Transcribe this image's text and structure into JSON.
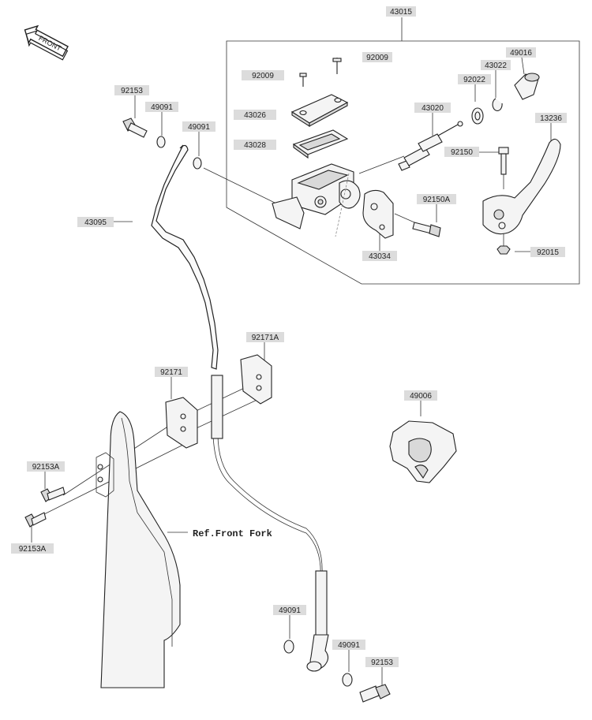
{
  "front_label": "FRONT",
  "ref_text": "Ref.Front Fork",
  "labels": {
    "p43015": "43015",
    "p92009a": "92009",
    "p92009b": "92009",
    "p43022": "43022",
    "p49016": "49016",
    "p92022": "92022",
    "p43026": "43026",
    "p43020": "43020",
    "p13236": "13236",
    "p43028": "43028",
    "p92150": "92150",
    "p92150a": "92150A",
    "p43034": "43034",
    "p92015": "92015",
    "p92153top": "92153",
    "p49091a": "49091",
    "p49091b": "49091",
    "p43095": "43095",
    "p92171a": "92171A",
    "p92171": "92171",
    "p49006": "49006",
    "p92153a_1": "92153A",
    "p92153a_2": "92153A",
    "p49091c": "49091",
    "p49091d": "49091",
    "p92153bot": "92153"
  }
}
